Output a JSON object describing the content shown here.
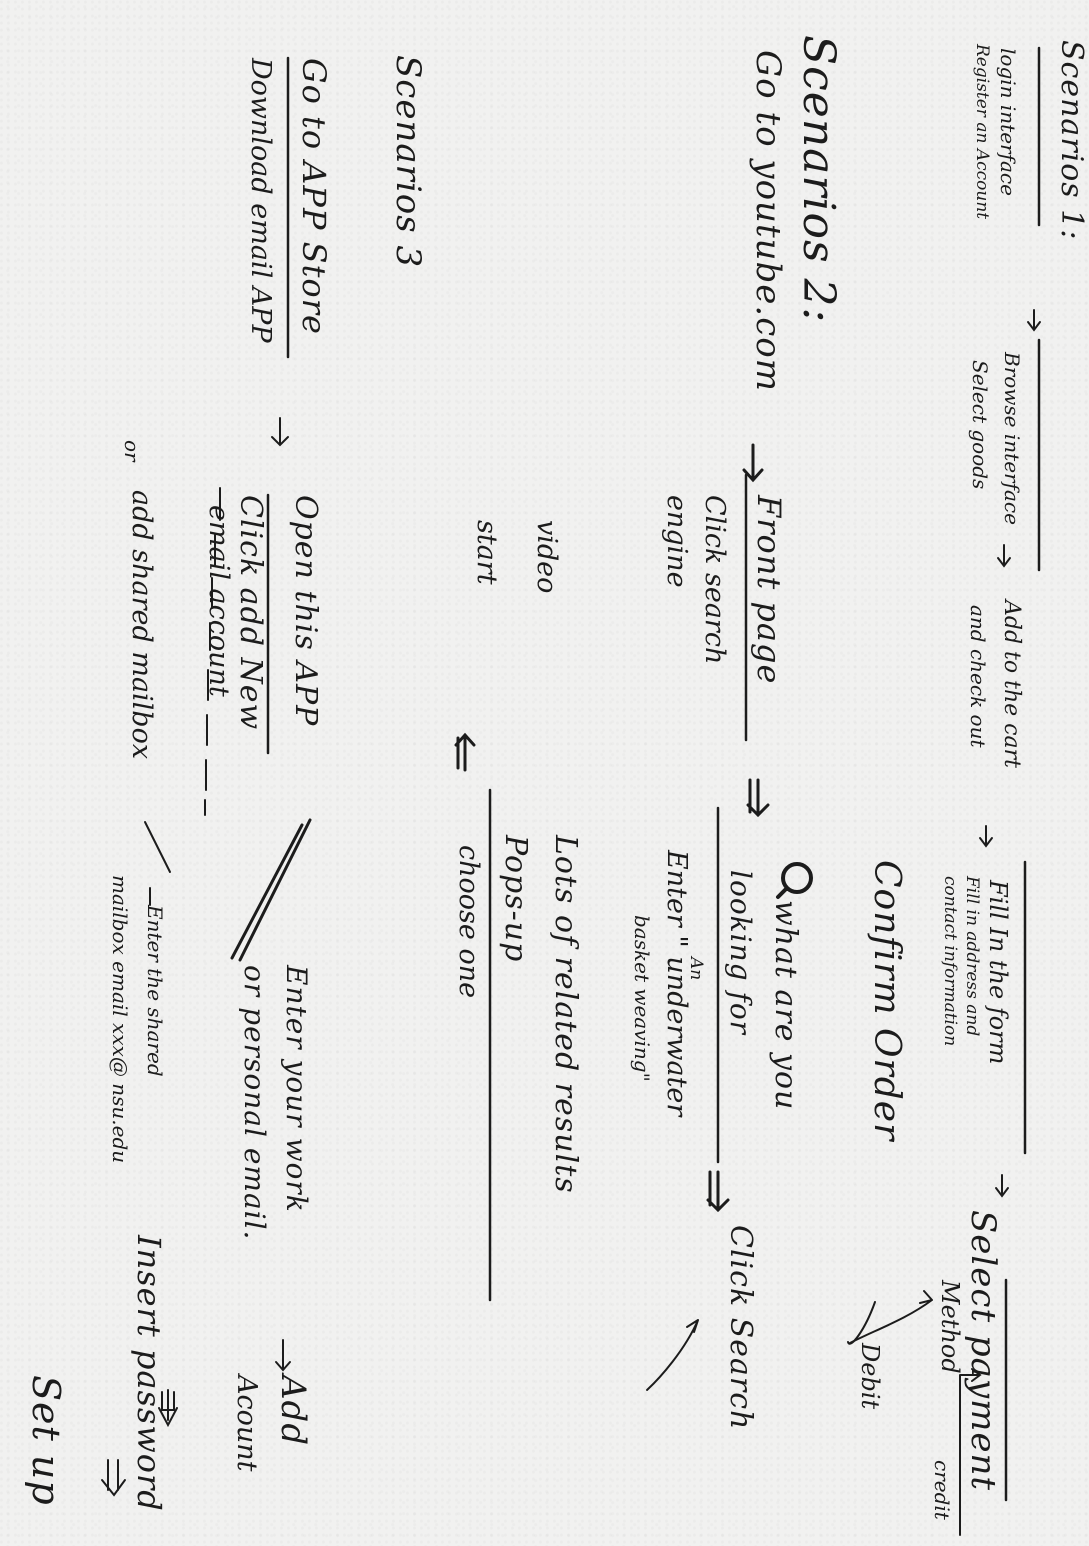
{
  "scenario1": {
    "title": "Scenarios 1:",
    "n1_top": "login interface",
    "n1_bottom": "Register an Account",
    "n2_top": "Browse interface",
    "n2_bottom": "Select goods",
    "n3_top": "Add to the cart",
    "n3_bottom": "and check out",
    "n4_top": "Fill In the form",
    "n4_bottom": "Fill in address and",
    "n4_bottom2": "contact information",
    "n5_top": "Select payment",
    "n5_bottom": "Method",
    "credit": "credit",
    "debit": "Debit",
    "confirm": "Confirm Order"
  },
  "scenario2": {
    "title": "Scenarios 2:",
    "n1": "Go to youtube.com",
    "n2_top": "Front page",
    "n2_bottom": "Click search",
    "n2_bottom2": "engine",
    "n3_top": "what are you",
    "n3_top2": "looking for",
    "n3_bottom": "Enter \" underwater",
    "n3_bottom2": "basket weaving\"",
    "n3_insert": "An",
    "n4": "Click Search",
    "n5_top": "Lots of related results",
    "n5_top2": "Pops-up",
    "n5_bottom": "choose one",
    "n6": "video",
    "n6b": "start"
  },
  "scenario3": {
    "title": "Scenarios 3",
    "n1_top": "Go to APP Store",
    "n1_bottom": "Download email APP",
    "n2_top": "Open this APP",
    "n2_mid": "Click add New",
    "n2_mid2": "email account",
    "n2_or": "or",
    "n2_bottom": "add shared mailbox",
    "n3_top": "Enter your work",
    "n3_top2": "or personal email.",
    "n3_bottom": "Enter the shared",
    "n3_bottom2": "mailbox email xxx@ nsu.edu",
    "n4": "Add",
    "n4b": "Acount",
    "n5": "Insert password",
    "n6": "Set up"
  }
}
